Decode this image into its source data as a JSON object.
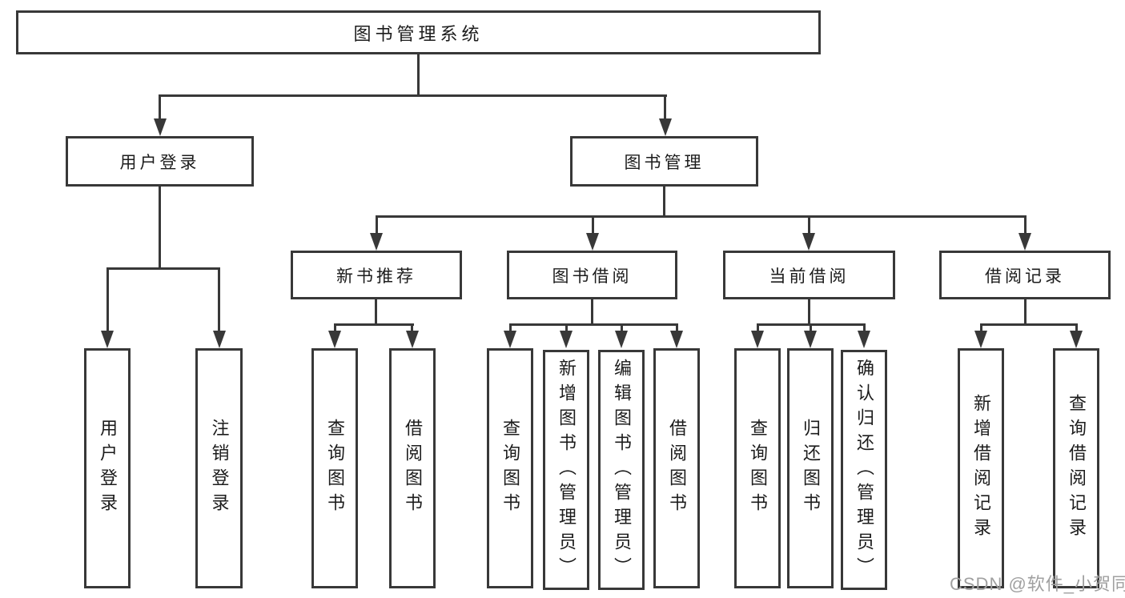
{
  "diagram": {
    "root": "图书管理系统",
    "branches": [
      {
        "label": "用户登录",
        "children": [
          "用户登录",
          "注销登录"
        ]
      },
      {
        "label": "图书管理",
        "sections": [
          {
            "label": "新书推荐",
            "children": [
              "查询图书",
              "借阅图书"
            ]
          },
          {
            "label": "图书借阅",
            "children": [
              "查询图书",
              "新增图书（管理员）",
              "编辑图书（管理员）",
              "借阅图书"
            ]
          },
          {
            "label": "当前借阅",
            "children": [
              "查询图书",
              "归还图书",
              "确认归还（管理员）"
            ]
          },
          {
            "label": "借阅记录",
            "children": [
              "新增借阅记录",
              "查询借阅记录"
            ]
          }
        ]
      }
    ]
  },
  "watermark": "CSDN @软件_小贺同学",
  "colors": {
    "line": "#383838",
    "text": "#1c1c1c",
    "watermark": "#a0a0a0",
    "background": "#ffffff"
  }
}
